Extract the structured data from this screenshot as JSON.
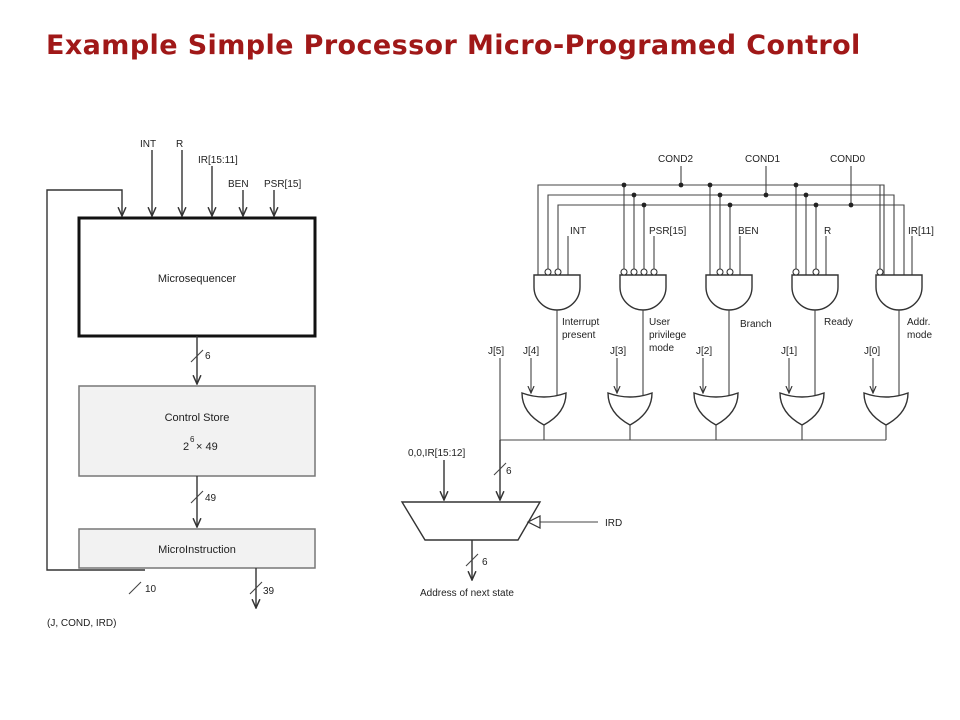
{
  "title": "Example Simple Processor Micro-Programed Control",
  "colors": {
    "title": "#a01818",
    "line": "#333333",
    "box_fill": "#f2f2f2"
  },
  "left": {
    "inputs": [
      "INT",
      "R",
      "IR[15:11]",
      "BEN",
      "PSR[15]"
    ],
    "microsequencer": "Microsequencer",
    "bus_sequencer_to_store": "6",
    "control_store": {
      "label": "Control Store",
      "size_base": "2",
      "size_exp": "6",
      "size_rest": "× 49"
    },
    "bus_store_to_instruction": "49",
    "microinstruction": "MicroInstruction",
    "bus_feedback": "10",
    "bus_out": "39",
    "feedback_label": "(J, COND, IRD)"
  },
  "right": {
    "cond_labels": [
      "COND2",
      "COND1",
      "COND0"
    ],
    "gate_inputs": [
      "INT",
      "PSR[15]",
      "BEN",
      "R",
      "IR[11]"
    ],
    "gate_outputs": [
      [
        "Interrupt",
        "present"
      ],
      [
        "User",
        "privilege",
        "mode"
      ],
      [
        "Branch"
      ],
      [
        "Ready"
      ],
      [
        "Addr.",
        "mode"
      ]
    ],
    "j_bits": [
      "J[5]",
      "J[4]",
      "J[3]",
      "J[2]",
      "J[1]",
      "J[0]"
    ],
    "mux_input_label": "0,0,IR[15:12]",
    "bus_to_mux": "6",
    "ird_label": "IRD",
    "bus_out": "6",
    "output_label": "Address of next state"
  }
}
